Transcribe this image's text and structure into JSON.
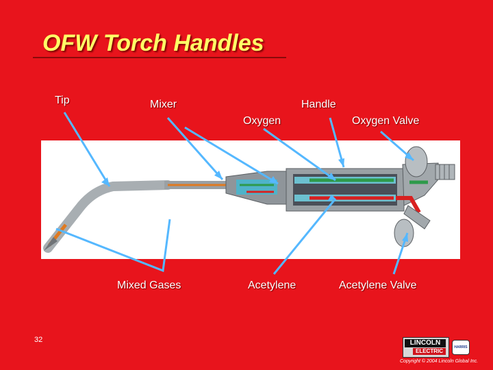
{
  "slide": {
    "title": "OFW Torch Handles",
    "number": "32",
    "copyright": "Copyright © 2004 Lincoln Global Inc."
  },
  "labels": {
    "tip": "Tip",
    "mixer": "Mixer",
    "handle": "Handle",
    "oxygen": "Oxygen",
    "oxygen_valve": "Oxygen Valve",
    "mixed_gases": "Mixed Gases",
    "acetylene": "Acetylene",
    "acetylene_valve": "Acetylene Valve"
  },
  "logo": {
    "line1": "LINCOLN",
    "line2": "ELECTRIC",
    "badge": "HARRIS"
  },
  "colors": {
    "background": "#e8141c",
    "title": "#ffff66",
    "leader": "#55b8ff",
    "oxygen": "#2e9a4a",
    "acetylene": "#d82020",
    "body_metal": "#9aa0a4",
    "handle_cavity": "#4a4f58"
  }
}
